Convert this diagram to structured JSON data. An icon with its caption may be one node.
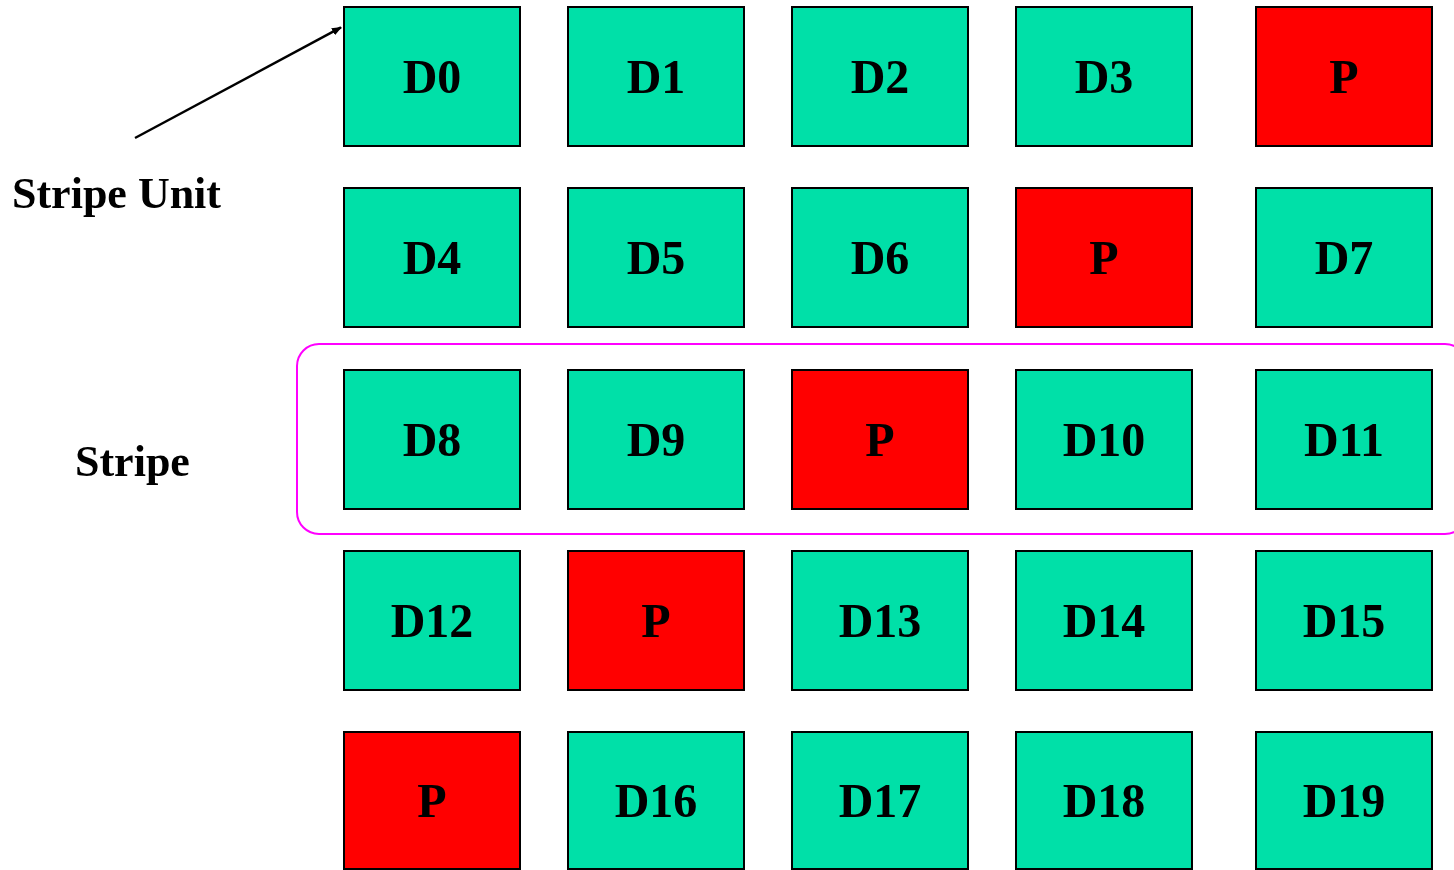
{
  "diagram": {
    "nodes": [
      {
        "text": [
          "D0"
        ]
      },
      {
        "text": [
          "D1"
        ]
      },
      {
        "text": [
          "D2"
        ]
      },
      {
        "text": [
          "D3"
        ]
      },
      {
        "text": [
          "P"
        ]
      },
      {
        "text": [
          "Stripe Unit"
        ]
      },
      {
        "text": [
          "D4"
        ]
      },
      {
        "text": [
          "D5"
        ]
      },
      {
        "text": [
          "D6"
        ]
      },
      {
        "text": [
          "P"
        ]
      },
      {
        "text": [
          "D7"
        ]
      },
      {
        "text": [
          "Stripe"
        ]
      },
      {
        "text": [
          "D8"
        ],
        "in": 11
      },
      {
        "text": [
          "D9"
        ],
        "in": 11
      },
      {
        "text": [
          "P"
        ],
        "in": 11
      },
      {
        "text": [
          "D10"
        ],
        "in": 11
      },
      {
        "text": [
          "D11"
        ],
        "in": 11
      },
      {
        "text": [
          "D12"
        ]
      },
      {
        "text": [
          "P"
        ]
      },
      {
        "text": [
          "D13"
        ]
      },
      {
        "text": [
          "D14"
        ]
      },
      {
        "text": [
          "D15"
        ]
      },
      {
        "text": [
          "P"
        ]
      },
      {
        "text": [
          "D16"
        ]
      },
      {
        "text": [
          "D17"
        ]
      },
      {
        "text": [
          "D18"
        ]
      },
      {
        "text": [
          "D19"
        ]
      }
    ],
    "edges": [
      {
        "from": 5,
        "to": 0,
        "arrow": "to"
      }
    ]
  }
}
